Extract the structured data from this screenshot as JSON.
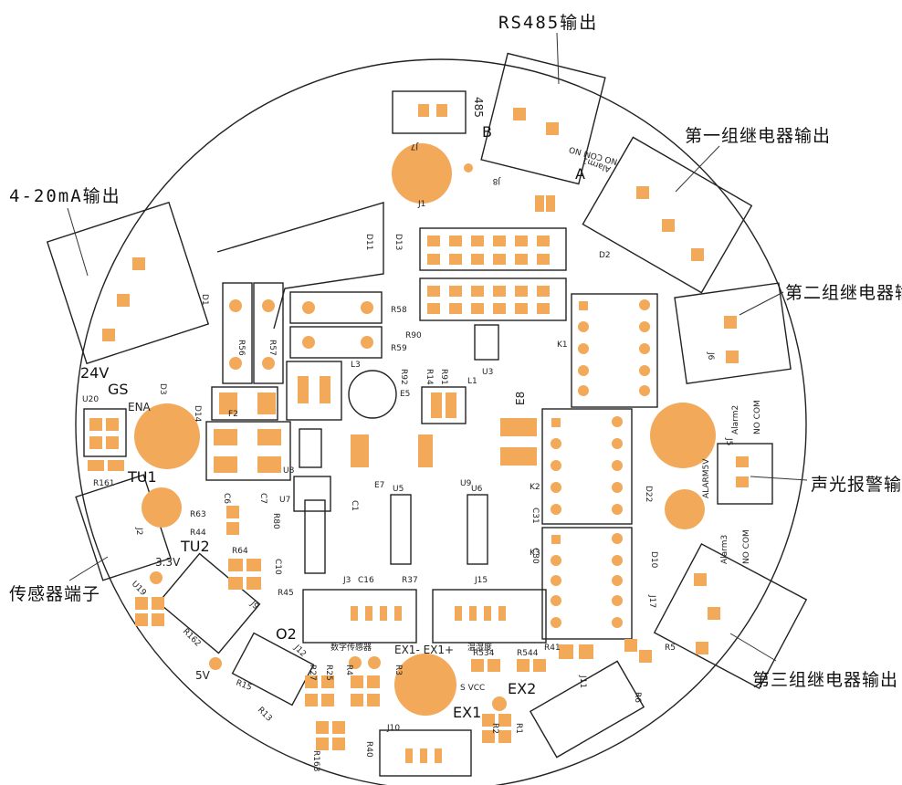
{
  "callouts": {
    "rs485": "RS485输出",
    "relay1": "第一组继电器输出",
    "relay2": "第二组继电器输出",
    "alarm": "声光报警输出",
    "relay3": "第三组继电器输出",
    "ma_out": "4-20mA输出",
    "sensor": "传感器端子"
  },
  "board_labels": {
    "v24": "24V",
    "gs": "GS",
    "ena": "ENA",
    "tu1": "TU1",
    "tu2": "TU2",
    "v33": "3.3V",
    "v5": "5V",
    "o2": "O2",
    "j1_bh": "数字传感器",
    "ex_pair": "EX1- EX1+",
    "temp_hum": "温湿度",
    "ex1": "EX1",
    "ex2": "EX2",
    "svcc": "S  VCC",
    "b485": "485",
    "b_label": "B",
    "a_label": "A",
    "nocomno": "NO COM NO",
    "alarm1": "Alarm1",
    "alarm2": "Alarm2",
    "alarm3": "Alarm3",
    "nocom": "NO COM",
    "alarm5v": "ALARM5V",
    "e8": "E8"
  },
  "refs": [
    "R56",
    "R57",
    "R58",
    "R59",
    "R90",
    "R92",
    "R14",
    "R91",
    "L3",
    "L1",
    "E5",
    "U3",
    "K1",
    "D2",
    "D11",
    "D13",
    "D3",
    "D14",
    "D1",
    "F2",
    "U20",
    "R161",
    "C6",
    "C7",
    "U8",
    "R63",
    "R44",
    "R80",
    "U7",
    "C1",
    "E7",
    "U5",
    "U6",
    "U9",
    "K2",
    "C31",
    "C30",
    "K3",
    "D22",
    "D10",
    "J5",
    "J6",
    "J7",
    "J8",
    "J17",
    "R64",
    "C10",
    "R45",
    "J3",
    "C16",
    "R37",
    "J15",
    "R41",
    "R534",
    "R544",
    "R27",
    "R25",
    "R4",
    "R3",
    "R2",
    "R1",
    "R40",
    "R163",
    "J10",
    "J11",
    "R5",
    "R6",
    "R13",
    "R15",
    "R162",
    "U19",
    "J9",
    "J12",
    "J2",
    "J1"
  ]
}
